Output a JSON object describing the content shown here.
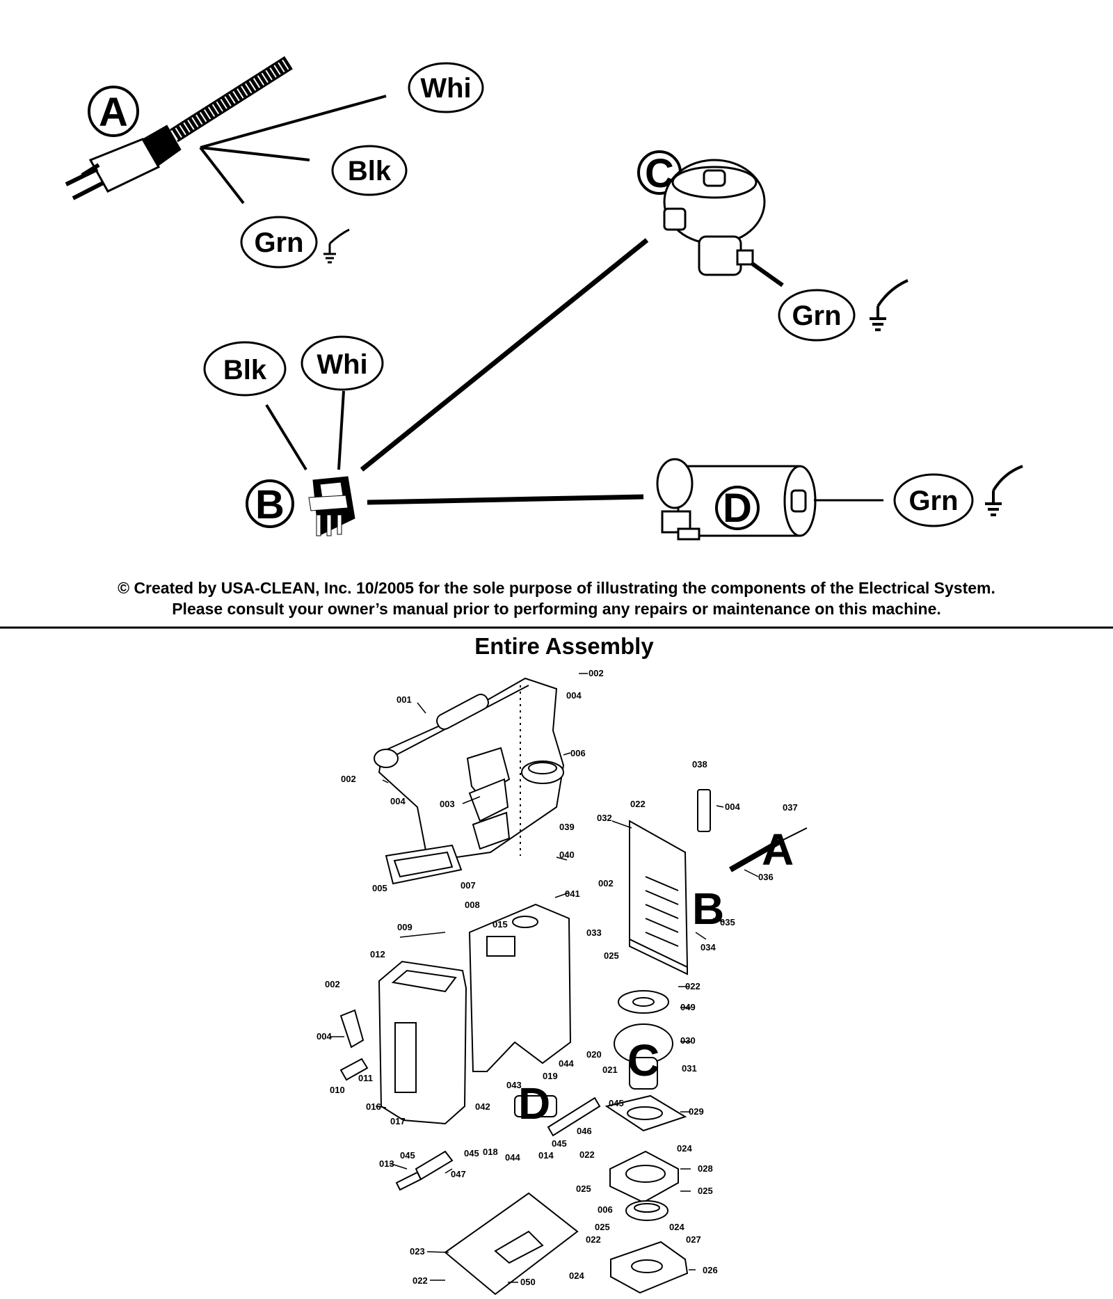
{
  "wiring": {
    "components": {
      "A": "A",
      "B": "B",
      "C": "C",
      "D": "D"
    },
    "wire_labels": {
      "whi_a": "Whi",
      "blk_a": "Blk",
      "grn_a": "Grn",
      "blk_b": "Blk",
      "whi_b": "Whi",
      "grn_c": "Grn",
      "grn_d": "Grn"
    }
  },
  "notice": {
    "line1": "© Created by USA-CLEAN, Inc. 10/2005 for the sole purpose of illustrating the components of the Electrical System.",
    "line2": "Please consult your owner’s manual prior to performing any repairs or maintenance on this machine."
  },
  "assembly": {
    "title": "Entire Assembly",
    "callouts": {
      "A": "A",
      "B": "B",
      "C": "C",
      "D": "D"
    },
    "part_labels": [
      {
        "id": "p001",
        "text": "001"
      },
      {
        "id": "p002a",
        "text": "002"
      },
      {
        "id": "p004a",
        "text": "004"
      },
      {
        "id": "p006a",
        "text": "006"
      },
      {
        "id": "p002b",
        "text": "002"
      },
      {
        "id": "p004b",
        "text": "004"
      },
      {
        "id": "p003",
        "text": "003"
      },
      {
        "id": "p038",
        "text": "038"
      },
      {
        "id": "p022a",
        "text": "022"
      },
      {
        "id": "p004c",
        "text": "004"
      },
      {
        "id": "p037",
        "text": "037"
      },
      {
        "id": "p032",
        "text": "032"
      },
      {
        "id": "p039",
        "text": "039"
      },
      {
        "id": "p040",
        "text": "040"
      },
      {
        "id": "p005",
        "text": "005"
      },
      {
        "id": "p002c",
        "text": "002"
      },
      {
        "id": "p036",
        "text": "036"
      },
      {
        "id": "p007",
        "text": "007"
      },
      {
        "id": "p041",
        "text": "041"
      },
      {
        "id": "p008",
        "text": "008"
      },
      {
        "id": "p035",
        "text": "035"
      },
      {
        "id": "p009",
        "text": "009"
      },
      {
        "id": "p015",
        "text": "015"
      },
      {
        "id": "p033",
        "text": "033"
      },
      {
        "id": "p034",
        "text": "034"
      },
      {
        "id": "p025a",
        "text": "025"
      },
      {
        "id": "p012",
        "text": "012"
      },
      {
        "id": "p022b",
        "text": "022"
      },
      {
        "id": "p002d",
        "text": "002"
      },
      {
        "id": "p049",
        "text": "049"
      },
      {
        "id": "p004d",
        "text": "004"
      },
      {
        "id": "p030",
        "text": "030"
      },
      {
        "id": "p044a",
        "text": "044"
      },
      {
        "id": "p020",
        "text": "020"
      },
      {
        "id": "p011",
        "text": "011"
      },
      {
        "id": "p021",
        "text": "021"
      },
      {
        "id": "p031",
        "text": "031"
      },
      {
        "id": "p010",
        "text": "010"
      },
      {
        "id": "p019",
        "text": "019"
      },
      {
        "id": "p043",
        "text": "043"
      },
      {
        "id": "p016",
        "text": "016"
      },
      {
        "id": "p045a",
        "text": "045"
      },
      {
        "id": "p042",
        "text": "042"
      },
      {
        "id": "p029",
        "text": "029"
      },
      {
        "id": "p017",
        "text": "017"
      },
      {
        "id": "p046",
        "text": "046"
      },
      {
        "id": "p045b",
        "text": "045"
      },
      {
        "id": "p024a",
        "text": "024"
      },
      {
        "id": "p045c",
        "text": "045"
      },
      {
        "id": "p018",
        "text": "018"
      },
      {
        "id": "p044b",
        "text": "044"
      },
      {
        "id": "p014",
        "text": "014"
      },
      {
        "id": "p022c",
        "text": "022"
      },
      {
        "id": "p045d",
        "text": "045"
      },
      {
        "id": "p013",
        "text": "013"
      },
      {
        "id": "p028",
        "text": "028"
      },
      {
        "id": "p047",
        "text": "047"
      },
      {
        "id": "p025b",
        "text": "025"
      },
      {
        "id": "p025c",
        "text": "025"
      },
      {
        "id": "p006b",
        "text": "006"
      },
      {
        "id": "p025d",
        "text": "025"
      },
      {
        "id": "p024b",
        "text": "024"
      },
      {
        "id": "p022d",
        "text": "022"
      },
      {
        "id": "p027",
        "text": "027"
      },
      {
        "id": "p023",
        "text": "023"
      },
      {
        "id": "p026",
        "text": "026"
      },
      {
        "id": "p024c",
        "text": "024"
      },
      {
        "id": "p022e",
        "text": "022"
      },
      {
        "id": "p050",
        "text": "050"
      }
    ]
  }
}
